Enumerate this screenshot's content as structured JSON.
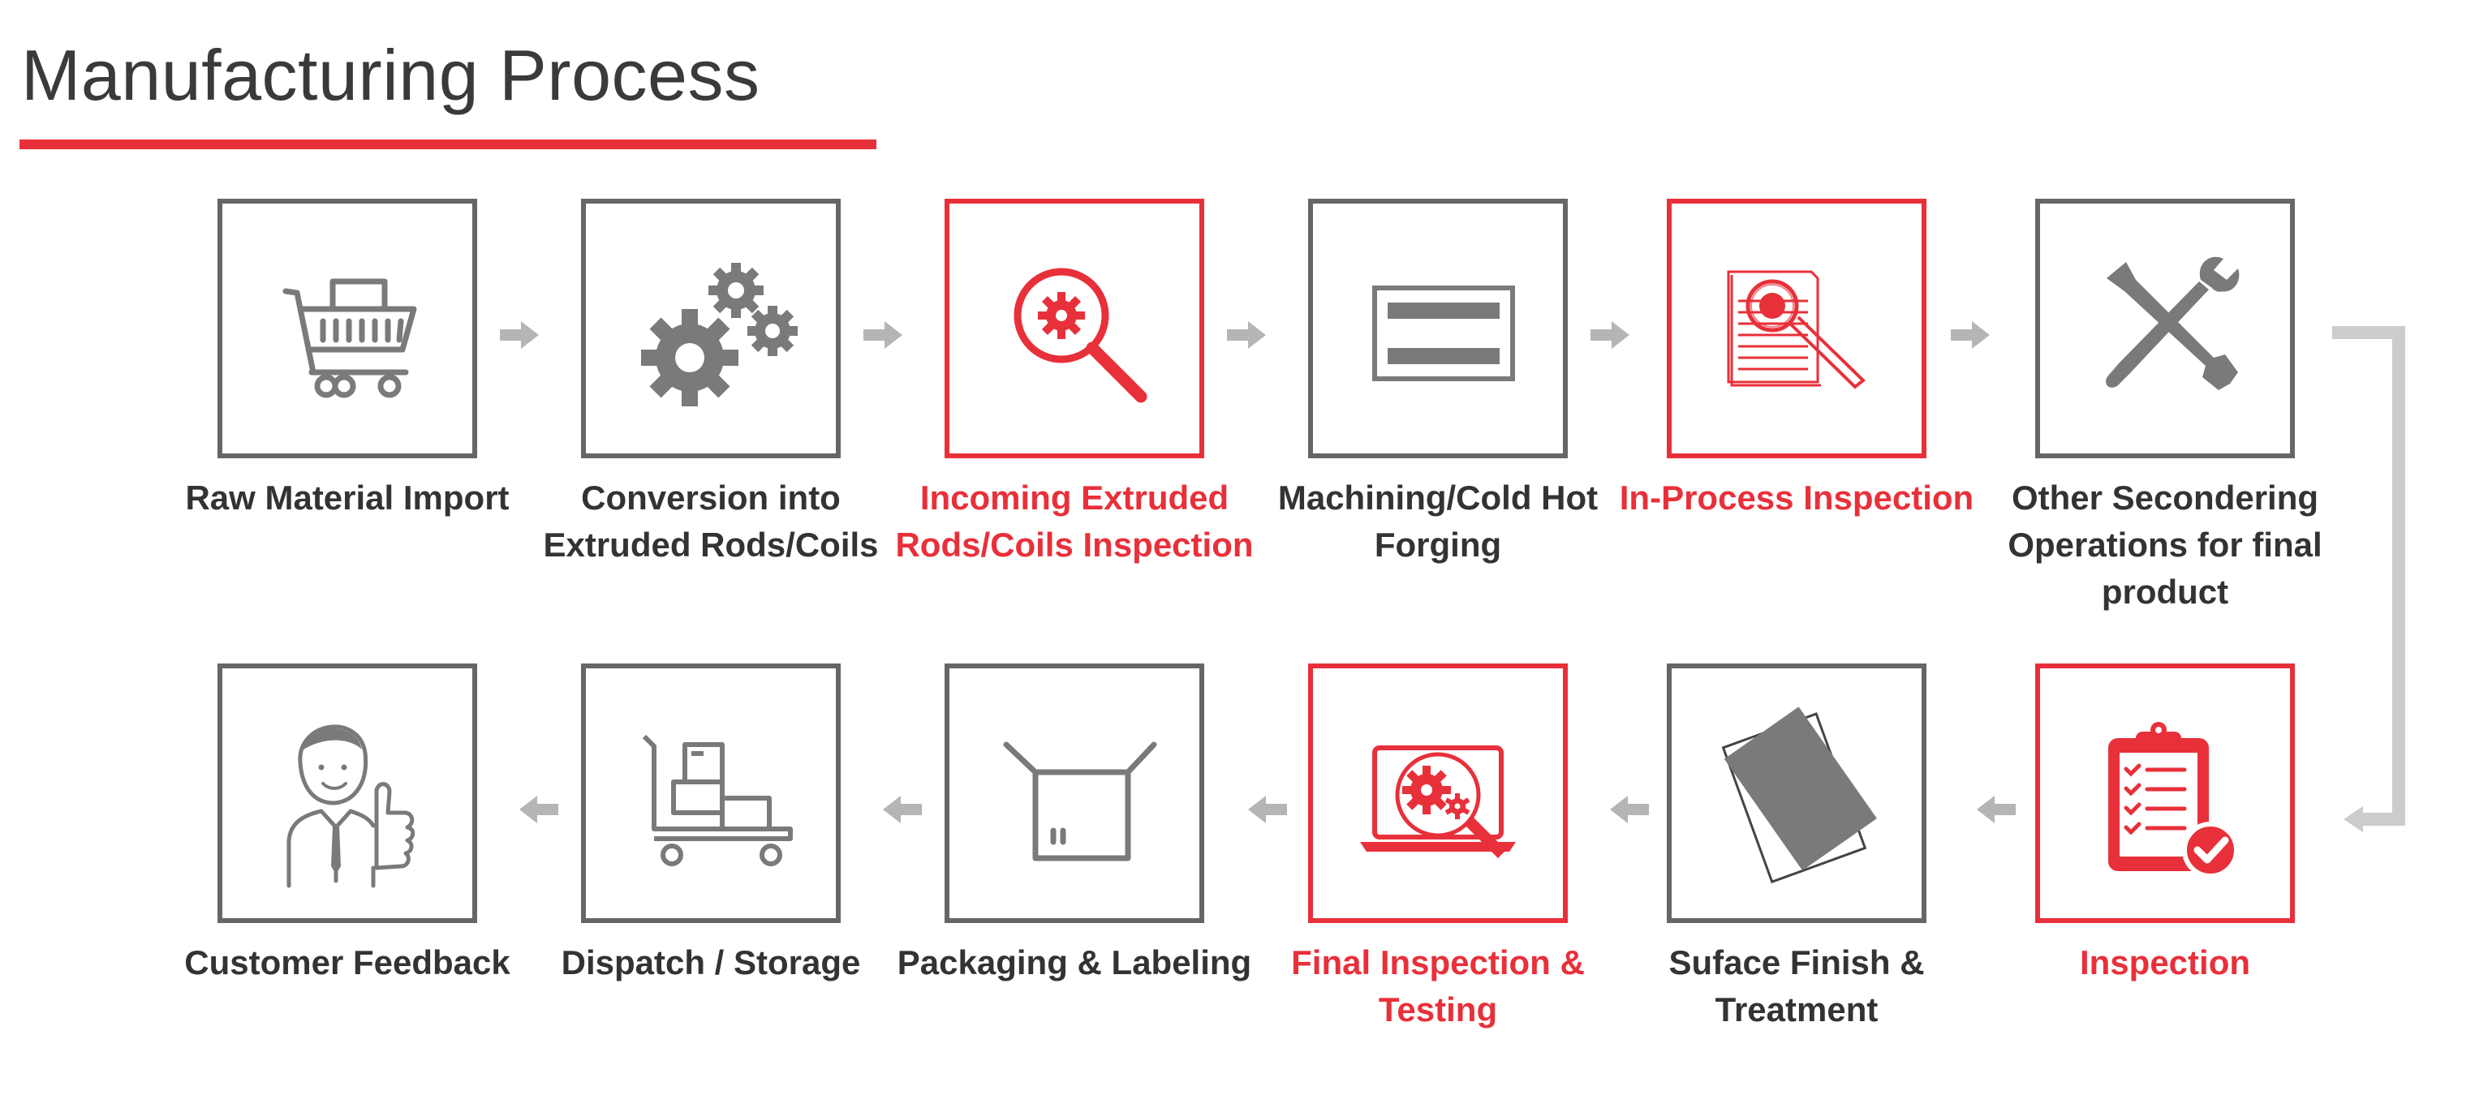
{
  "title": "Manufacturing Process",
  "colors": {
    "accent": "#e8303a",
    "neutral": "#666666",
    "text": "#333333",
    "connector": "#cccccc"
  },
  "steps": [
    {
      "label": "Raw Material Import",
      "icon": "shopping-cart-icon",
      "highlight": false
    },
    {
      "label": "Conversion into Extruded Rods/Coils",
      "icon": "gears-icon",
      "highlight": false
    },
    {
      "label": "Incoming Extruded Rods/Coils Inspection",
      "icon": "magnifier-gear-icon",
      "highlight": true
    },
    {
      "label": "Machining/Cold Hot Forging",
      "icon": "forging-die-icon",
      "highlight": false
    },
    {
      "label": "In-Process Inspection",
      "icon": "document-magnifier-icon",
      "highlight": true
    },
    {
      "label": "Other Secondering Operations for final product",
      "icon": "wrench-screwdriver-icon",
      "highlight": false
    },
    {
      "label": "Inspection",
      "icon": "clipboard-check-icon",
      "highlight": true
    },
    {
      "label": "Suface Finish & Treatment",
      "icon": "surface-sheets-icon",
      "highlight": false
    },
    {
      "label": "Final Inspection & Testing",
      "icon": "laptop-inspection-icon",
      "highlight": true
    },
    {
      "label": "Packaging & Labeling",
      "icon": "open-box-icon",
      "highlight": false
    },
    {
      "label": "Dispatch / Storage",
      "icon": "hand-truck-icon",
      "highlight": false
    },
    {
      "label": "Customer Feedback",
      "icon": "thumbs-up-person-icon",
      "highlight": false
    }
  ]
}
